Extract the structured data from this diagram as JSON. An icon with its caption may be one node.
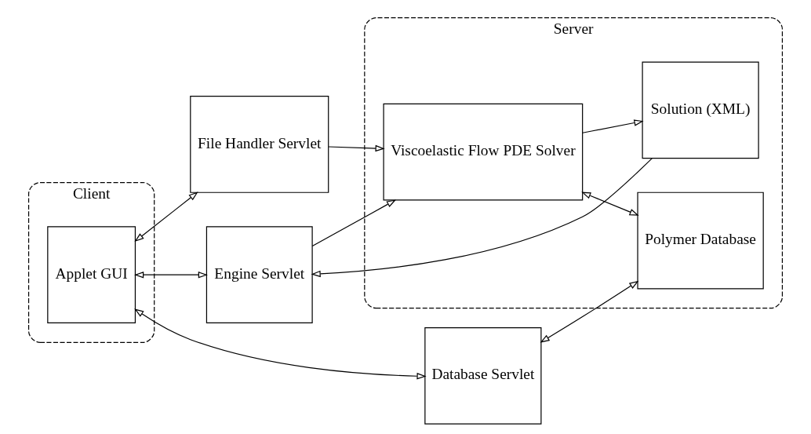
{
  "diagram": {
    "nodes": [
      {
        "text": [
          "Client"
        ]
      },
      {
        "text": [
          "Applet GUI"
        ],
        "in": 0
      },
      {
        "text": [
          "File Handler Servlet"
        ]
      },
      {
        "text": [
          "Engine Servlet"
        ]
      },
      {
        "text": [
          "Database Servlet"
        ]
      },
      {
        "text": [
          "Server"
        ]
      },
      {
        "text": [
          "Solution (XML)"
        ],
        "in": 5
      },
      {
        "text": [
          "Polymer Database"
        ],
        "in": 5
      },
      {
        "text": [
          "Viscoelastic Flow PDE Solver"
        ],
        "in": 5
      }
    ],
    "edges": [
      {
        "from": 1,
        "to": 2,
        "arrow": "both"
      },
      {
        "from": 1,
        "to": 3,
        "arrow": "both"
      },
      {
        "from": 1,
        "to": 4,
        "arrow": "both"
      },
      {
        "from": 2,
        "to": 8,
        "arrow": "to"
      },
      {
        "from": 3,
        "to": 8,
        "arrow": "to"
      },
      {
        "from": 8,
        "to": 6,
        "arrow": "to"
      },
      {
        "from": 6,
        "to": 3,
        "arrow": "to"
      },
      {
        "from": 4,
        "to": 7,
        "arrow": "both"
      },
      {
        "from": 8,
        "to": 7,
        "arrow": "both"
      }
    ]
  }
}
